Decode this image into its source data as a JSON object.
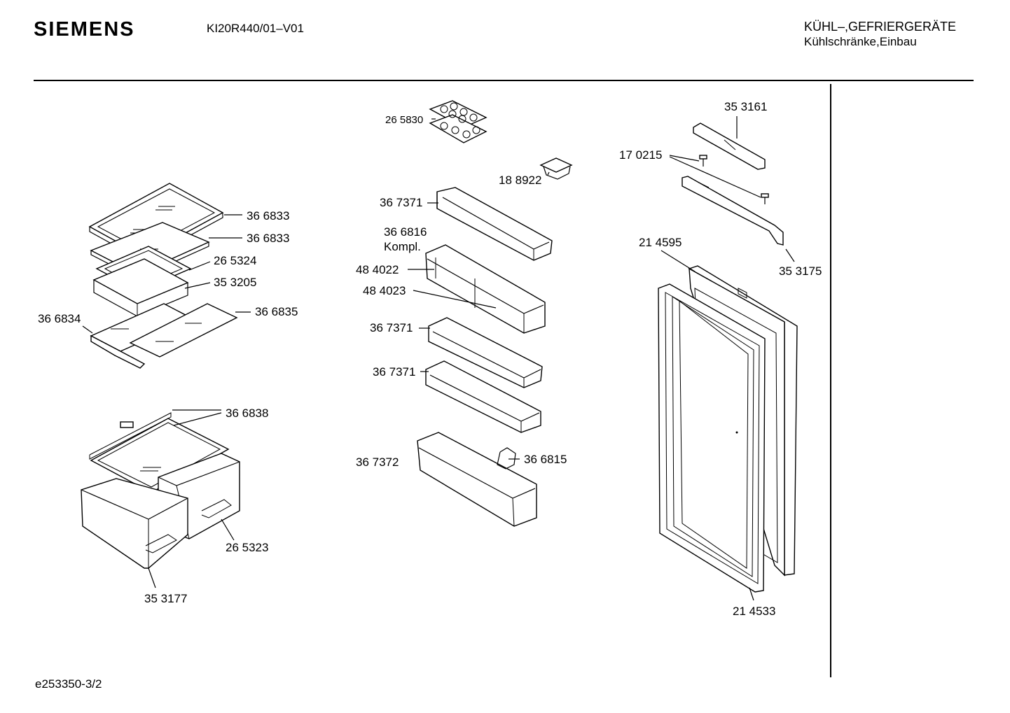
{
  "header": {
    "brand": "SIEMENS",
    "model": "KI20R440/01–V01",
    "category_line1": "KÜHL–,GEFRIERGERÄTE",
    "category_line2": "Kühlschränke,Einbau"
  },
  "footer": {
    "drawing_id": "e253350-3/2"
  },
  "parts": {
    "p366833a": "36 6833",
    "p366833b": "36 6833",
    "p265324": "26 5324",
    "p353205": "35 3205",
    "p366835": "36 6835",
    "p366834": "36 6834",
    "p366838": "36 6838",
    "p265323": "26 5323",
    "p353177": "35 3177",
    "p265830": "26 5830",
    "p188922": "18 8922",
    "p367371a": "36 7371",
    "p366816": "36 6816",
    "kompl": "Kompl.",
    "p484022": "48 4022",
    "p484023": "48 4023",
    "p367371b": "36 7371",
    "p367371c": "36 7371",
    "p367372": "36 7372",
    "p366815": "36 6815",
    "p353161": "35 3161",
    "p170215": "17 0215",
    "p353175": "35 3175",
    "p214595": "21 4595",
    "p214533": "21 4533"
  }
}
